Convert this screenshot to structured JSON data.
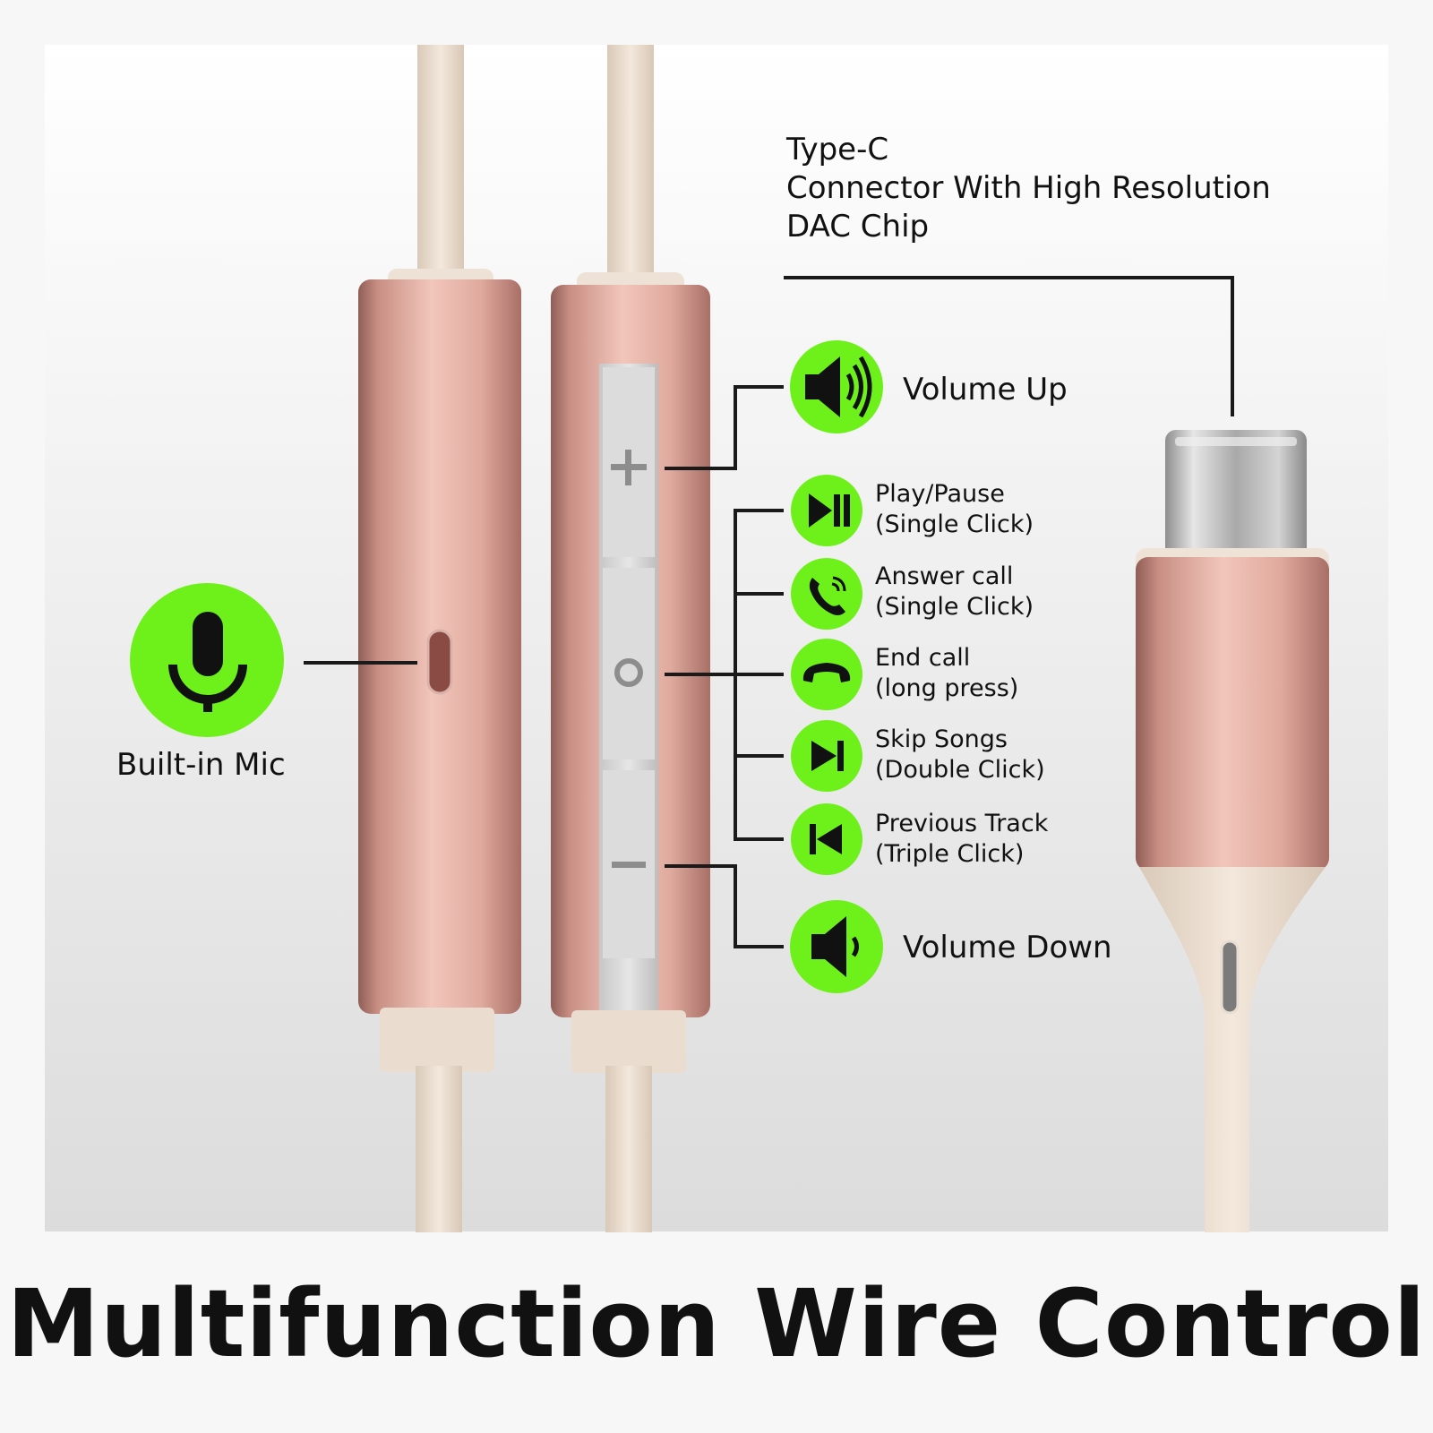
{
  "accent_color": "#6ef01a",
  "cable_color": "#ede0d3",
  "metal_color": "#d8a59b",
  "headline": "Multifunction Wire Control",
  "mic": {
    "label": "Built-in Mic",
    "icon": "microphone-icon"
  },
  "connector": {
    "line1": "Type-C",
    "line2": "Connector With High Resolution",
    "line3": "DAC Chip"
  },
  "controls": {
    "volume_up": {
      "label": "Volume Up",
      "icon": "volume-up-icon"
    },
    "play_pause": {
      "line1": "Play/Pause",
      "line2": "(Single Click)",
      "icon": "play-pause-icon"
    },
    "answer_call": {
      "line1": "Answer call",
      "line2": "(Single Click)",
      "icon": "phone-answer-icon"
    },
    "end_call": {
      "line1": "End call",
      "line2": "(long press)",
      "icon": "phone-hangup-icon"
    },
    "skip_songs": {
      "line1": "Skip Songs",
      "line2": "(Double Click)",
      "icon": "skip-next-icon"
    },
    "previous_track": {
      "line1": "Previous Track",
      "line2": "(Triple Click)",
      "icon": "skip-previous-icon"
    },
    "volume_down": {
      "label": "Volume Down",
      "icon": "volume-down-icon"
    }
  }
}
